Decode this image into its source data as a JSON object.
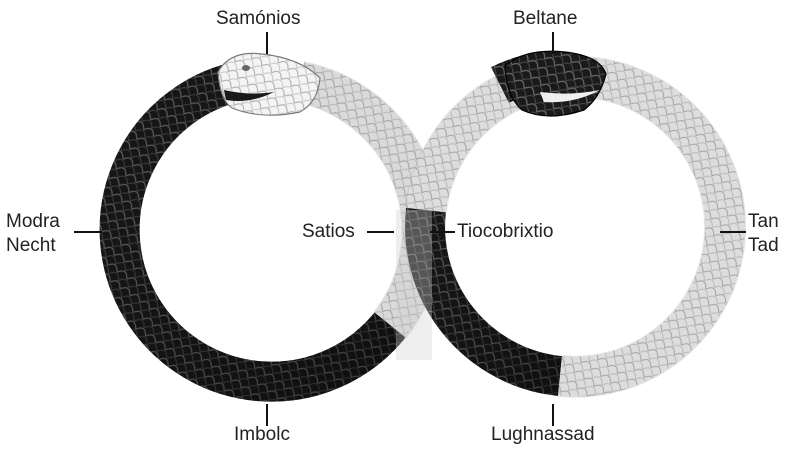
{
  "labels": {
    "samonios": "Samónios",
    "beltane": "Beltane",
    "modra_necht_line1": "Modra",
    "modra_necht_line2": "Necht",
    "satios": "Satios",
    "tiocobrixtio": "Tiocobrixtio",
    "tan_tad_line1": "Tan",
    "tan_tad_line2": "Tad",
    "imbolc": "Imbolc",
    "lughnassad": "Lughnassad"
  },
  "colors": {
    "dark_serpent": "#151515",
    "light_serpent": "#f2f2f2",
    "scale_line": "#9a9a9a",
    "tick": "#111111",
    "text": "#222222"
  },
  "icons": {
    "left_serpent": "ouroboros-dark-body-light-head",
    "right_serpent": "ouroboros-light-body-dark-head"
  }
}
